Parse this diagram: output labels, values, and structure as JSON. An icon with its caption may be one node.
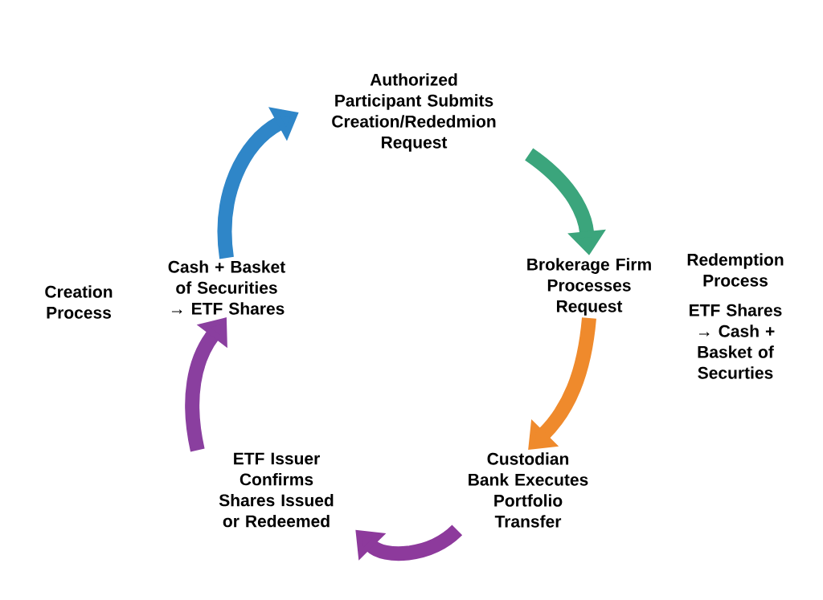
{
  "diagram": {
    "nodes": [
      {
        "text": [
          "Authorized Participant Submits Creation/Rededmion Request"
        ]
      },
      {
        "text": [
          "Brokerage Firm Processes Request"
        ]
      },
      {
        "text": [
          "Custodian Bank Executes Portfolio Transfer"
        ]
      },
      {
        "text": [
          "ETF Issuer Confirms Shares Issued or Redeemed"
        ]
      },
      {
        "text": [
          "Cash + Basket of Securities → ETF Shares"
        ]
      }
    ],
    "edges": [
      {
        "from": 0,
        "to": 1,
        "arrow": "to",
        "color": "#3ba57c"
      },
      {
        "from": 1,
        "to": 2,
        "arrow": "to",
        "color": "#ef8a2c"
      },
      {
        "from": 2,
        "to": 3,
        "arrow": "to",
        "color": "#8d3a9c"
      },
      {
        "from": 3,
        "to": 4,
        "arrow": "to",
        "color": "#8a3f9f"
      },
      {
        "from": 4,
        "to": 0,
        "arrow": "to",
        "color": "#2f86c8"
      }
    ],
    "labels": [
      "Creation Process",
      "Redemption Process",
      "ETF Shares → Cash + Basket of Securties"
    ]
  }
}
